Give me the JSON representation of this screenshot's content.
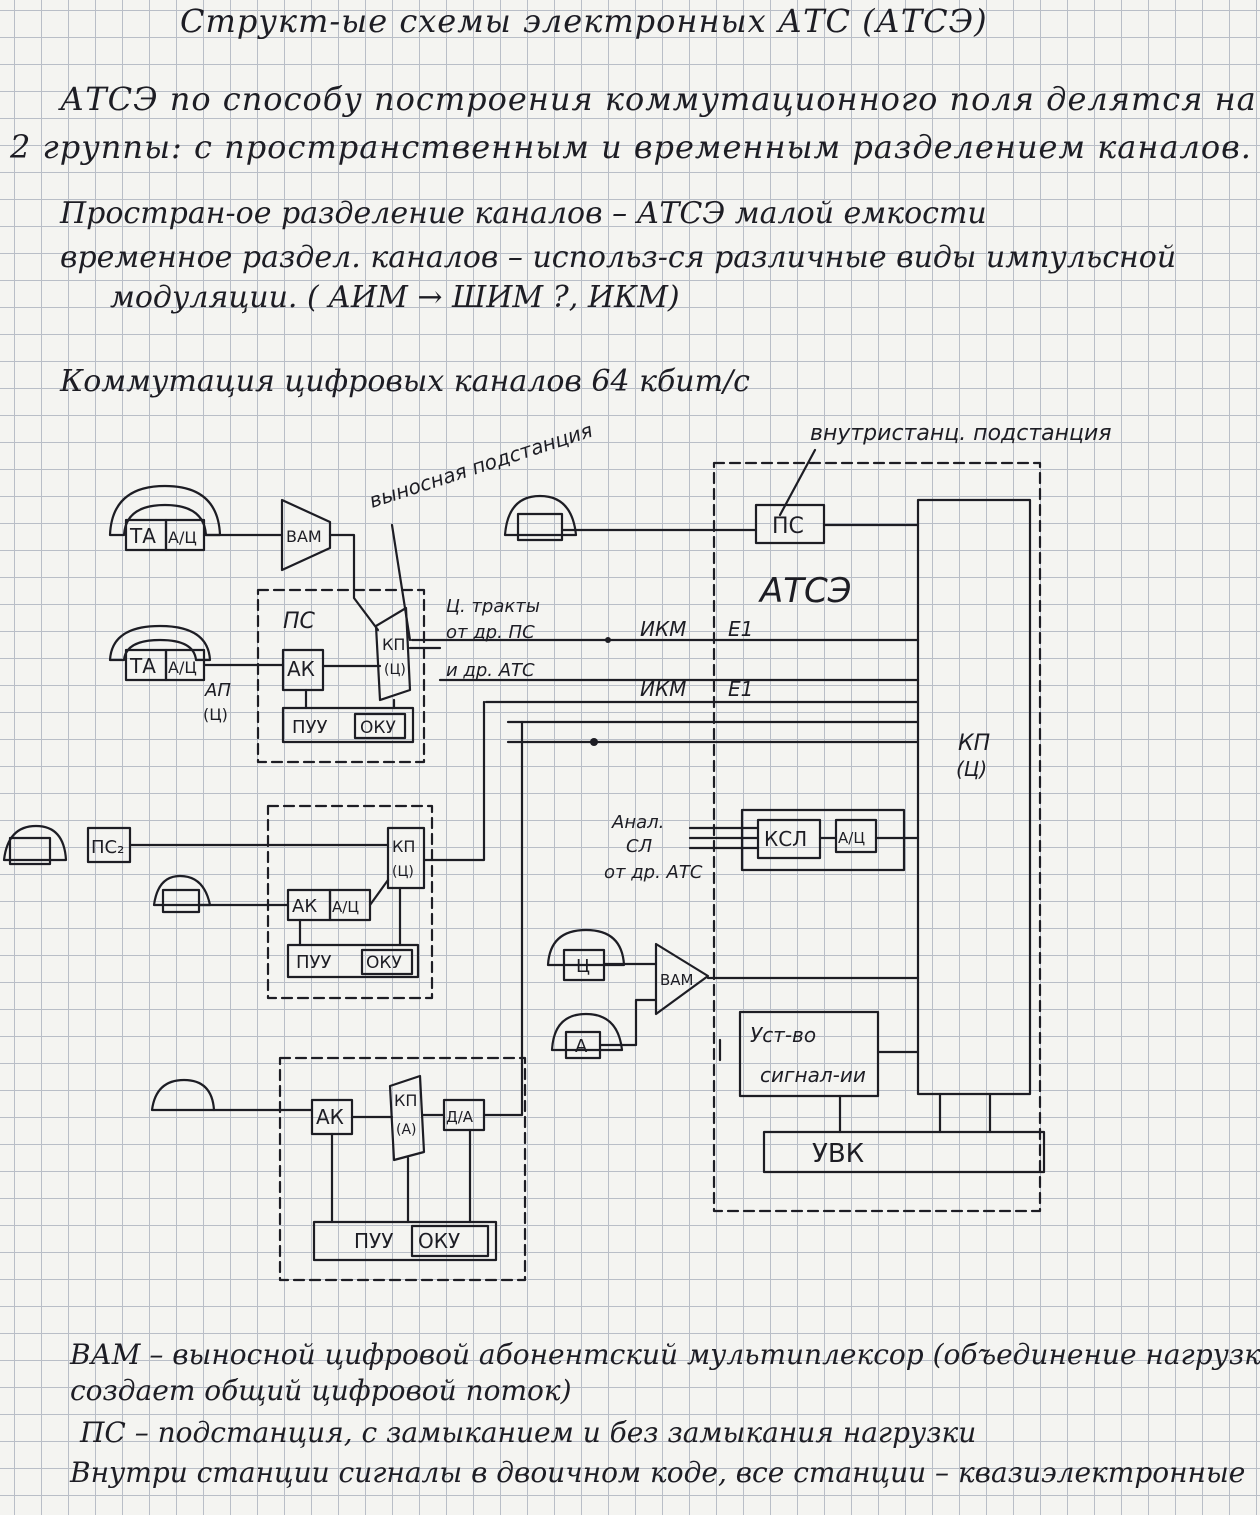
{
  "page": {
    "title": "Структ-ые схемы электронных АТС (АТСЭ)",
    "para1": [
      "АТСЭ по способу построения коммутационного поля делятся на",
      "2 группы: с пространственным и временным разделением каналов."
    ],
    "para2": [
      "Простран-ое разделение каналов – АТСЭ малой емкости",
      "временное раздел. каналов – использ-ся различные виды импульсной",
      "модуляции. ( АИМ → ШИМ ?, ИКМ)"
    ],
    "para3": "Коммутация цифровых каналов 64 кбит/с",
    "footer": [
      "ВАМ – выносной цифровой абонентский мультиплексор (объединение нагрузки,",
      "создает общий цифровой поток)",
      "ПС – подстанция, с замыканием и без замыкания нагрузки",
      "Внутри станции сигналы в двоичном коде, все станции – квазиэлектронные"
    ]
  },
  "diagram": {
    "labels": {
      "internal_substation": "внутристанц. подстанция",
      "remote_substation": "выносная подстанция",
      "atse": "АТСЭ",
      "ta": "ТА",
      "ad": "А/Ц",
      "da_conv": "Д/А",
      "vam": "ВАМ",
      "ps": "ПС",
      "ps2": "ПС₂",
      "ak": "АК",
      "kp": "КП",
      "kp_c": "(Ц)",
      "kp_a": "(А)",
      "puu": "ПУУ",
      "oku": "ОКУ",
      "ap": "АП",
      "ap_c": "(Ц)",
      "ikm": "ИКМ",
      "e1": "Е1",
      "dig_trunks": [
        "Ц. тракты",
        "от др. ПС",
        "и др. АТС"
      ],
      "analog_lines": [
        "Анал.",
        "СЛ",
        "от др. АТС"
      ],
      "ksl": "КСЛ",
      "c_box": "Ц",
      "a_box": "А",
      "signal_dev": [
        "Уст-во",
        "сигнал-ии"
      ],
      "uvk": "УВК",
      "main_kp": "КП",
      "main_kp_c": "(Ц)"
    }
  }
}
